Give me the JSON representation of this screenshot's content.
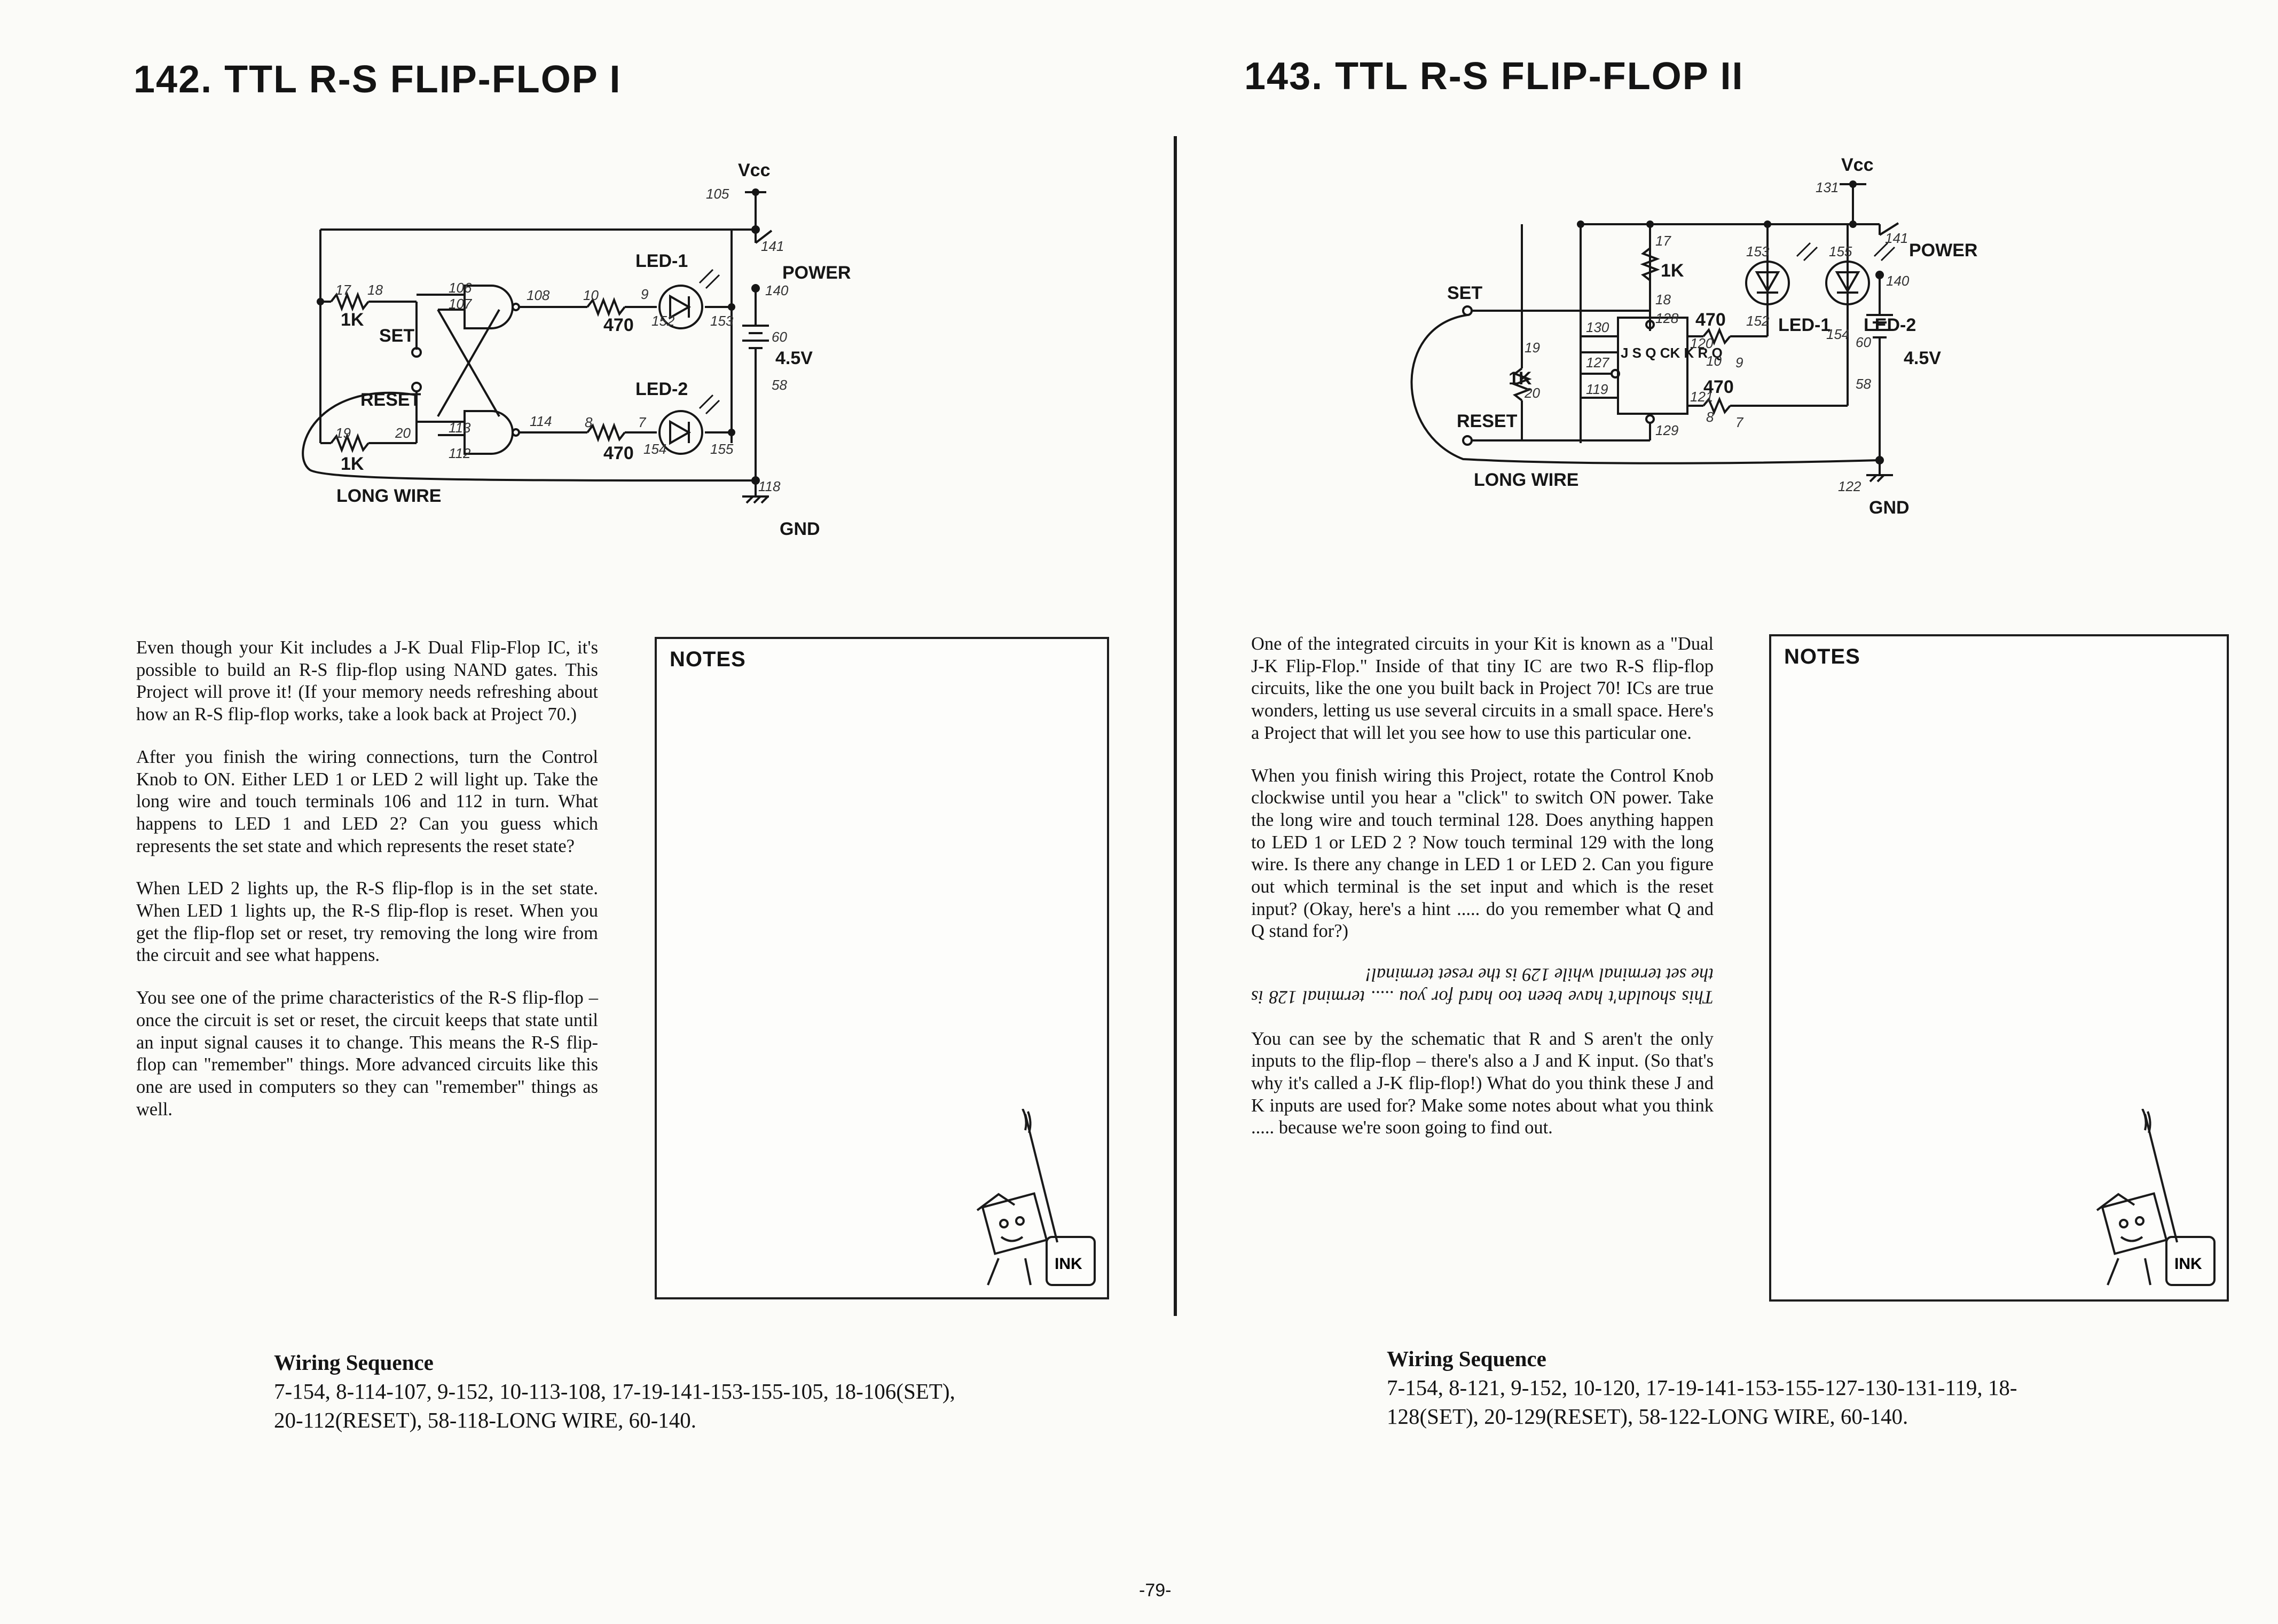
{
  "left": {
    "title": "142. TTL R-S FLIP-FLOP I",
    "schematic": {
      "vcc": "Vcc",
      "power": "POWER",
      "battery": "4.5V",
      "gnd": "GND",
      "led1": "LED-1",
      "led2": "LED-2",
      "r470a": "470",
      "r470b": "470",
      "r1ka": "1K",
      "r1kb": "1K",
      "set": "SET",
      "reset": "RESET",
      "long_wire": "LONG WIRE",
      "terminals": [
        "105",
        "141",
        "140",
        "60",
        "58",
        "118",
        "17",
        "18",
        "106",
        "107",
        "108",
        "10",
        "9",
        "152",
        "153",
        "19",
        "20",
        "113",
        "112",
        "114",
        "8",
        "7",
        "154",
        "155"
      ]
    },
    "paragraphs": [
      "Even though your Kit includes a J-K Dual Flip-Flop IC, it's possible to build an R-S flip-flop using NAND gates. This Project will prove it! (If your memory needs refreshing about how an R-S flip-flop works, take a look back at Project 70.)",
      "After you finish the wiring connections, turn the Control Knob to ON. Either LED 1 or LED 2 will light up. Take the long wire and touch terminals 106 and 112 in turn. What happens to LED 1 and LED 2? Can you guess which represents the set state and which represents the reset state?",
      "When LED 2 lights up, the R-S flip-flop is in the set state. When LED 1 lights up, the R-S flip-flop is reset. When you get the flip-flop set or reset, try removing the long wire from the circuit and see what happens.",
      "You see one of the prime characteristics of the R-S flip-flop – once the circuit is set or reset, the circuit keeps that state until an input signal causes it to change. This means the R-S flip-flop can \"remember\" things. More advanced circuits like this one are used in computers so they can \"remember\" things as well."
    ],
    "notes_label": "NOTES",
    "wiring_title": "Wiring Sequence",
    "wiring_line1": "7-154, 8-114-107, 9-152, 10-113-108, 17-19-141-153-155-105, 18-106(SET),",
    "wiring_line2": "20-112(RESET), 58-118-LONG WIRE, 60-140."
  },
  "right": {
    "title": "143. TTL R-S FLIP-FLOP II",
    "schematic": {
      "vcc": "Vcc",
      "power": "POWER",
      "battery": "4.5V",
      "gnd": "GND",
      "led1": "LED-1",
      "led2": "LED-2",
      "r470a": "470",
      "r470b": "470",
      "r1ka": "1K",
      "r1kb": "1K",
      "set": "SET",
      "reset": "RESET",
      "long_wire": "LONG WIRE",
      "ic": "J S Q CK K R Q",
      "terminals": [
        "131",
        "141",
        "140",
        "60",
        "58",
        "122",
        "17",
        "18",
        "128",
        "130",
        "127",
        "119",
        "120",
        "121",
        "129",
        "10",
        "9",
        "8",
        "7",
        "19",
        "20",
        "152",
        "153",
        "154",
        "155"
      ]
    },
    "paragraphs": [
      "One of the integrated circuits in your Kit is known as a \"Dual J-K Flip-Flop.\" Inside of that tiny IC are two R-S flip-flop circuits, like the one you built back in Project 70! ICs are true wonders, letting us use several circuits in a small space. Here's a Project that will let you see how to use this particular one.",
      "When you finish wiring this Project, rotate the Control Knob clockwise until you hear a \"click\" to switch ON power. Take the long wire and touch terminal 128. Does anything happen to LED 1 or LED 2 ? Now touch terminal 129 with the long wire. Is there any change in LED 1 or LED 2. Can you figure out which terminal is the set input and which is the reset input? (Okay, here's a hint ..... do you remember what Q and Q stand for?)",
      "This shouldn't have been too hard for you ..... terminal 128 is the set terminal while 129 is the reset terminal!",
      "You can see by the schematic that R and S aren't the only inputs to the flip-flop – there's also a J and K input. (So that's why it's called a J-K flip-flop!) What do you think these J and K inputs are used for? Make some notes about what you think ..... because we're soon going to find out."
    ],
    "notes_label": "NOTES",
    "wiring_title": "Wiring Sequence",
    "wiring_line1": "7-154, 8-121, 9-152, 10-120, 17-19-141-153-155-127-130-131-119, 18-",
    "wiring_line2": "128(SET), 20-129(RESET), 58-122-LONG WIRE, 60-140."
  },
  "mascot_ink": "INK",
  "page_number": "-79-"
}
